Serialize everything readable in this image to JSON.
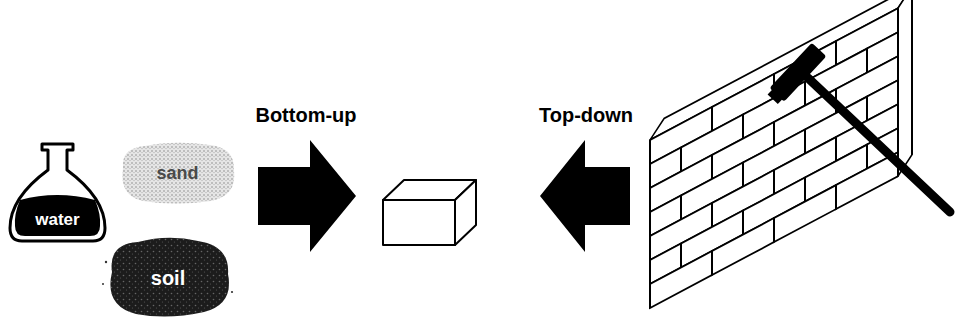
{
  "diagram": {
    "nodes": [
      {
        "text": [
          "water"
        ]
      },
      {
        "text": [
          "sand"
        ]
      },
      {
        "text": [
          "soil"
        ]
      }
    ],
    "labels": [
      "Bottom-up",
      "Top-down"
    ]
  }
}
